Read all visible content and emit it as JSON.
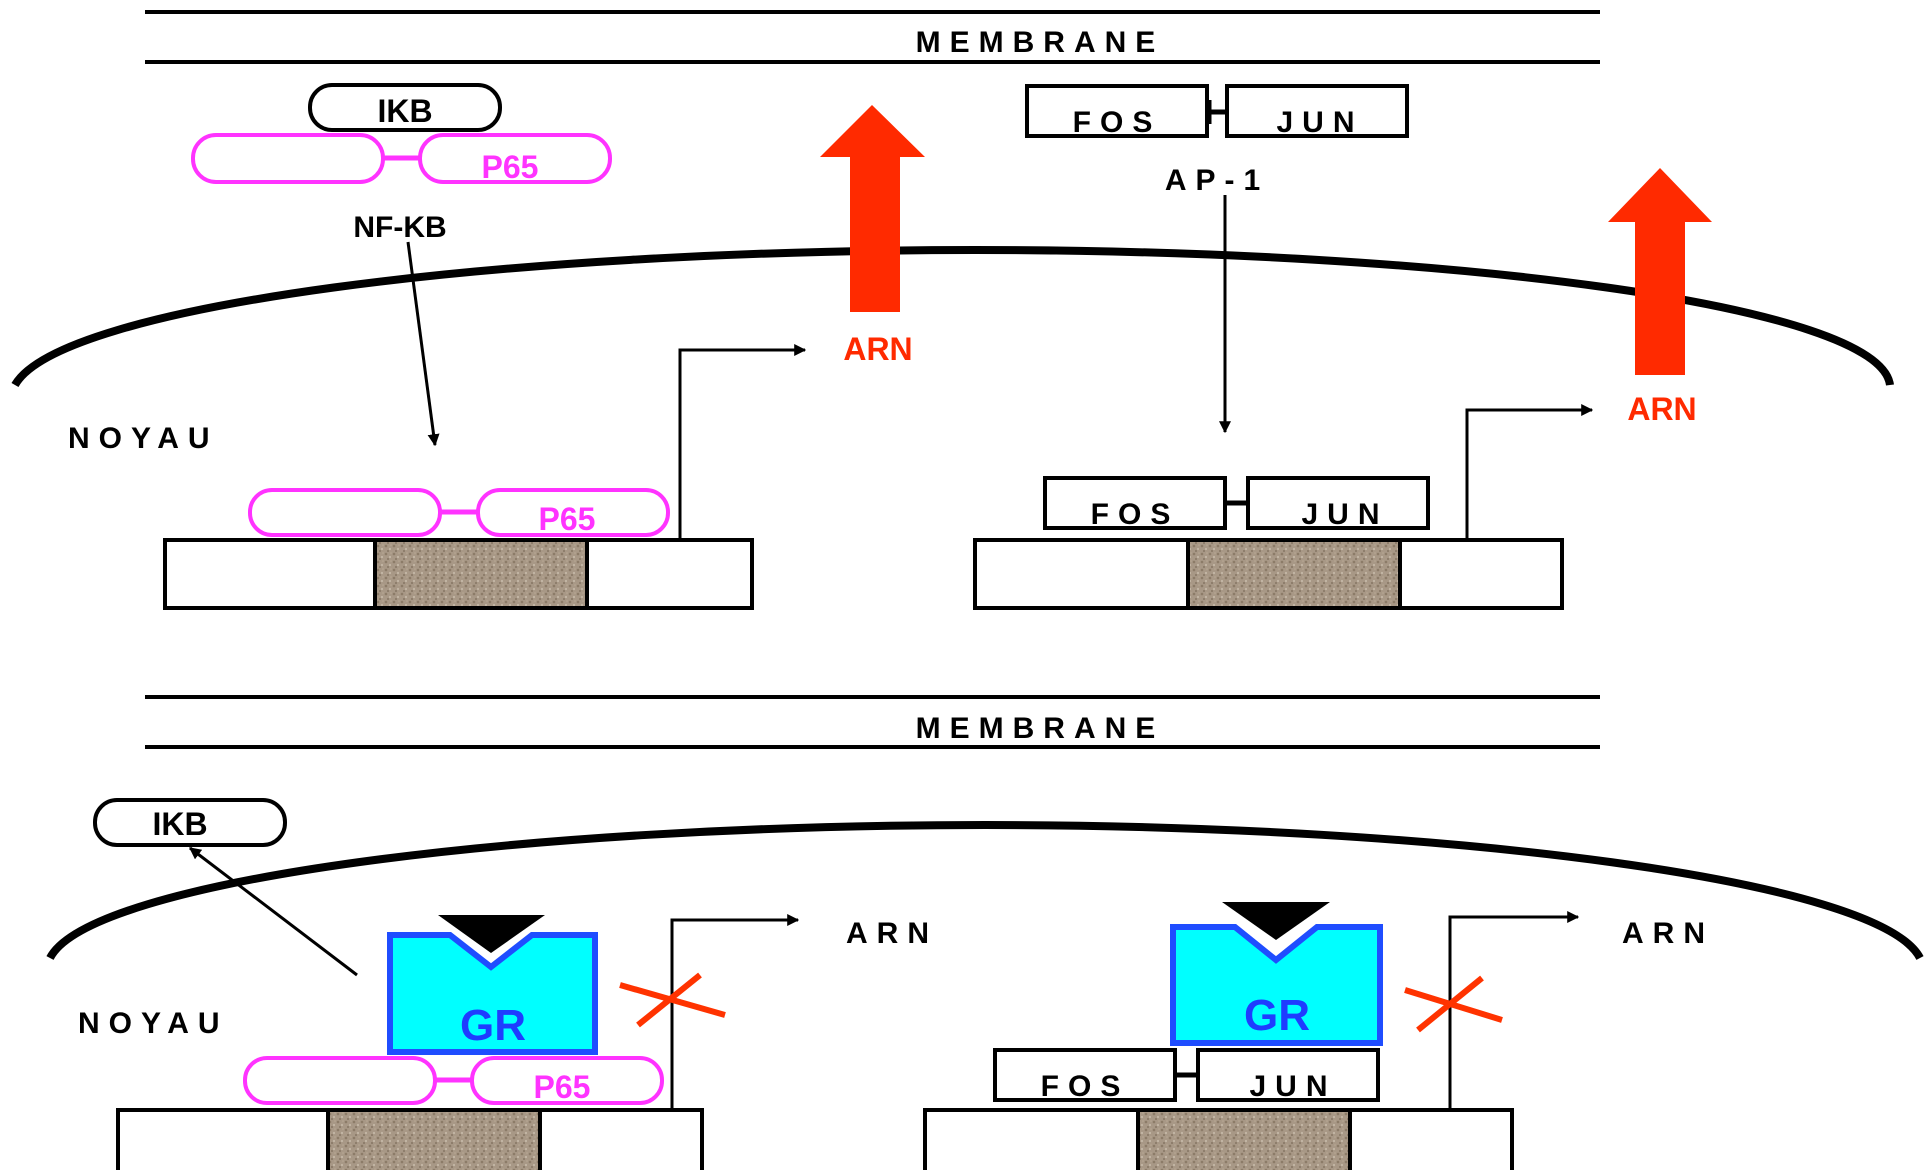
{
  "top": {
    "membrane_label": "MEMBRANE",
    "nucleus_label": "NOYAU",
    "nfkb": {
      "ikb": "IKB",
      "p65": "P65",
      "complex": "NF-KB",
      "bound_p65": "P65",
      "rna": "ARN"
    },
    "ap1": {
      "fos": "FOS",
      "jun": "JUN",
      "complex": "AP-1",
      "bound_fos": "FOS",
      "bound_jun": "JUN",
      "rna": "ARN"
    }
  },
  "bottom": {
    "membrane_label": "MEMBRANE",
    "nucleus_label": "NOYAU",
    "nfkb": {
      "ikb": "IKB",
      "gr": "GR",
      "p65": "P65",
      "rna": "ARN"
    },
    "ap1": {
      "gr": "GR",
      "fos": "FOS",
      "jun": "JUN",
      "rna": "ARN"
    }
  },
  "colors": {
    "rna_red": "#ff2a00",
    "nfkb_magenta": "#ff33ff",
    "gr_cyan": "#00ffff",
    "gr_border": "#1f4dff",
    "gr_text": "#1f3cff",
    "block_red_x": "#ff3300"
  }
}
